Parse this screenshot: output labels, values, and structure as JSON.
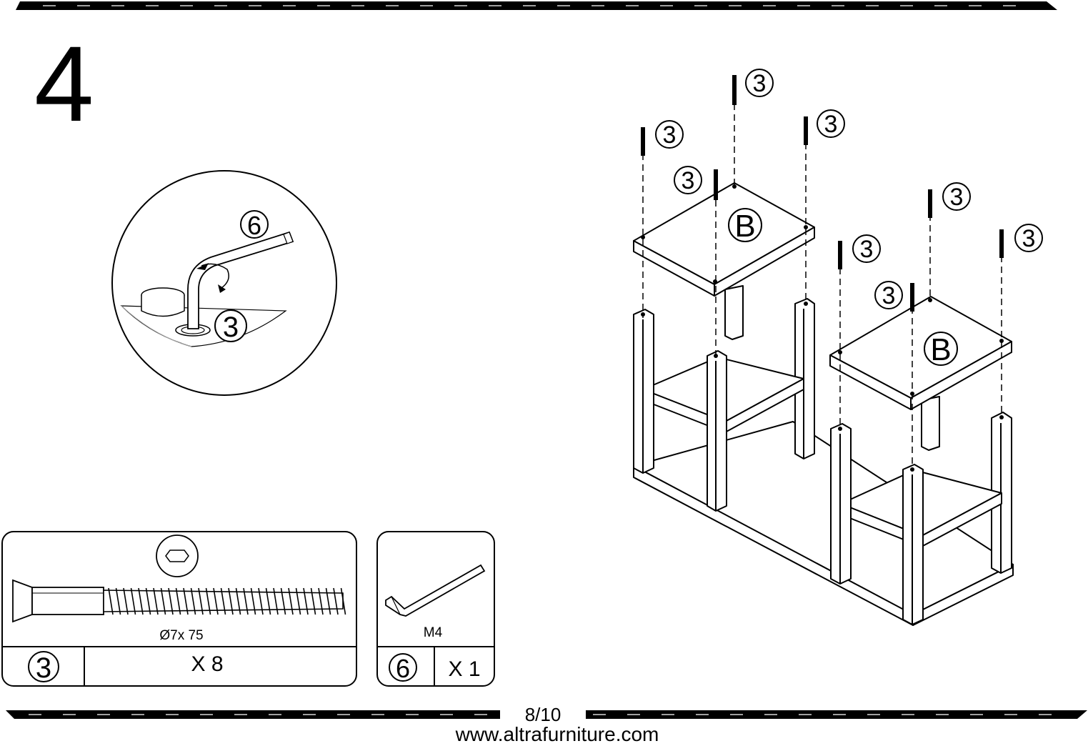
{
  "step": {
    "number": "4"
  },
  "detail": {
    "tool_label": "6",
    "screw_label": "3"
  },
  "diagram": {
    "screw_callout": "3",
    "panel_label": "B"
  },
  "parts": {
    "screw": {
      "number": "3",
      "spec": "Ø7x 75",
      "quantity": "X 8"
    },
    "allen_key": {
      "number": "6",
      "spec": "M4",
      "quantity": "X 1"
    }
  },
  "footer": {
    "page": "8/10",
    "website": "www.altrafurniture.com"
  },
  "colors": {
    "ink": "#000000",
    "paper": "#ffffff",
    "light_gray": "#aaaaaa"
  }
}
